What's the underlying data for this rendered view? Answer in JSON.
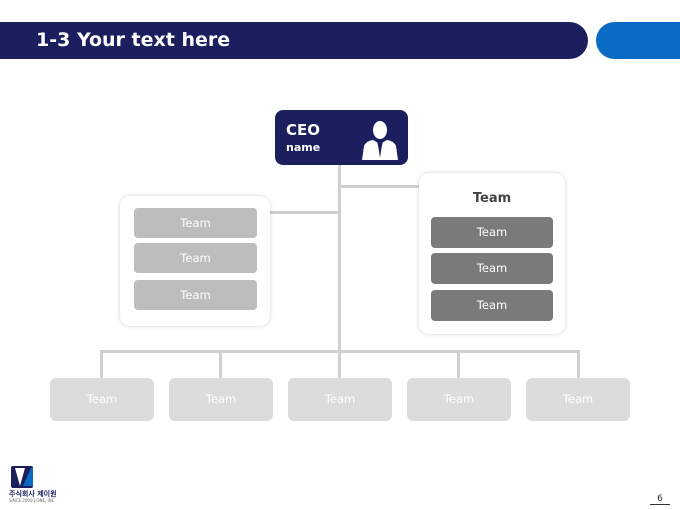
{
  "header": {
    "title": "1-3 Your text here"
  },
  "ceo": {
    "title": "CEO",
    "name": "name"
  },
  "left_group": {
    "teams": [
      "Team",
      "Team",
      "Team"
    ]
  },
  "right_group": {
    "title": "Team",
    "teams": [
      "Team",
      "Team",
      "Team"
    ]
  },
  "bottom_teams": [
    "Team",
    "Team",
    "Team",
    "Team",
    "Team"
  ],
  "footer": {
    "company": "주식회사 제이원",
    "tagline": "SINCE 2000 J-ONE, INC",
    "page": "6"
  },
  "colors": {
    "navy": "#1b1f5e",
    "accent_blue": "#0a6bc4",
    "connector": "#d0d0d0"
  }
}
